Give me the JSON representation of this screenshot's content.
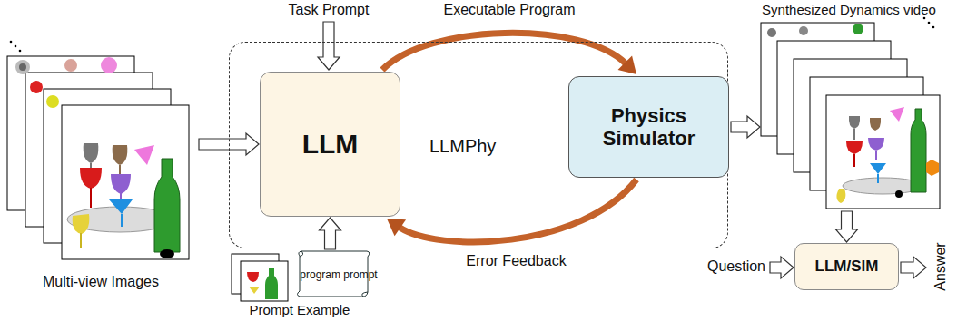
{
  "diagram": {
    "nodes": [
      {
        "text": [
          "Multi-view Images"
        ]
      },
      {
        "text": [
          "LLMPhy"
        ]
      },
      {
        "text": [
          "LLM"
        ],
        "in": 1
      },
      {
        "text": [
          "Physics Simulator"
        ],
        "in": 1
      },
      {
        "text": [
          "Prompt Example"
        ]
      },
      {
        "text": [
          "program prompt"
        ],
        "in": 4
      },
      {
        "text": [
          "Synthesized Dynamics video"
        ]
      },
      {
        "text": [
          "LLM/SIM"
        ]
      }
    ],
    "edges": [
      {
        "from": 0,
        "to": 2,
        "arrow": "to"
      },
      {
        "from": 2,
        "to": 3,
        "label": "Executable Program",
        "arrow": "to"
      },
      {
        "from": 3,
        "to": 2,
        "label": "Error Feedback",
        "arrow": "to"
      },
      {
        "from": 4,
        "to": 2,
        "arrow": "to"
      },
      {
        "from": 3,
        "to": 6,
        "arrow": "to"
      },
      {
        "from": 6,
        "to": 7,
        "arrow": "to"
      }
    ],
    "labels": [
      "Task Prompt",
      "Question",
      "Answer"
    ]
  }
}
